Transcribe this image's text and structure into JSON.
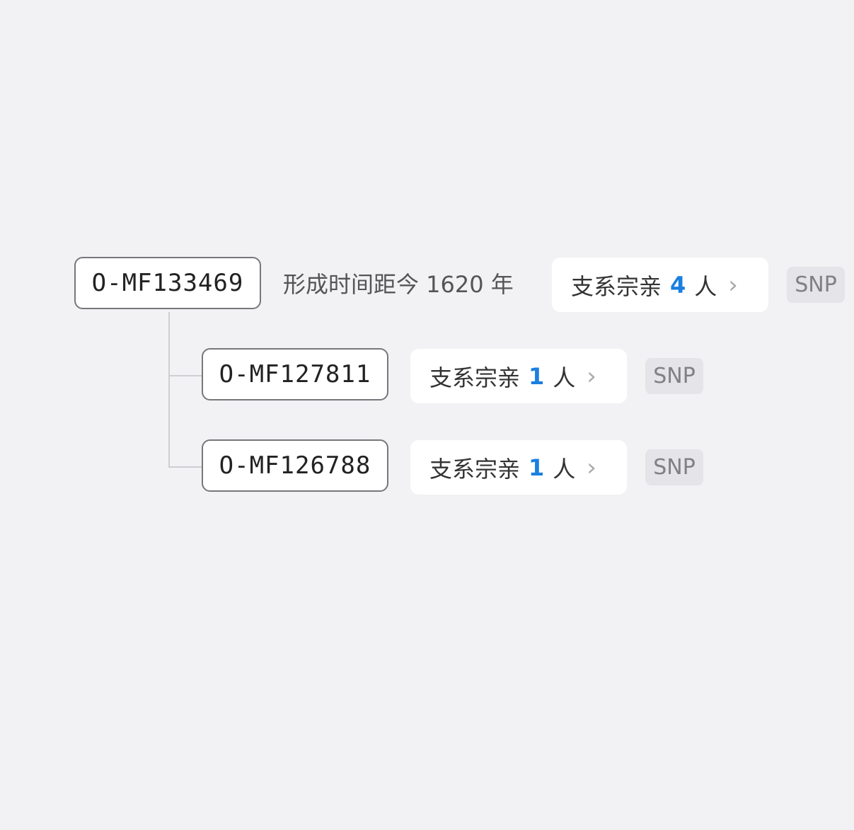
{
  "root": {
    "id": "O-MF133469",
    "age_text": "形成时间距今 1620 年",
    "relatives": {
      "label": "支系宗亲",
      "count": "4",
      "unit": "人"
    },
    "tag": "SNP"
  },
  "children": [
    {
      "id": "O-MF127811",
      "relatives": {
        "label": "支系宗亲",
        "count": "1",
        "unit": "人"
      },
      "tag": "SNP"
    },
    {
      "id": "O-MF126788",
      "relatives": {
        "label": "支系宗亲",
        "count": "1",
        "unit": "人"
      },
      "tag": "SNP"
    }
  ],
  "icons": {
    "chevron": "chevron-right-icon"
  },
  "colors": {
    "accent": "#1a7fe0",
    "background": "#f2f2f5"
  }
}
